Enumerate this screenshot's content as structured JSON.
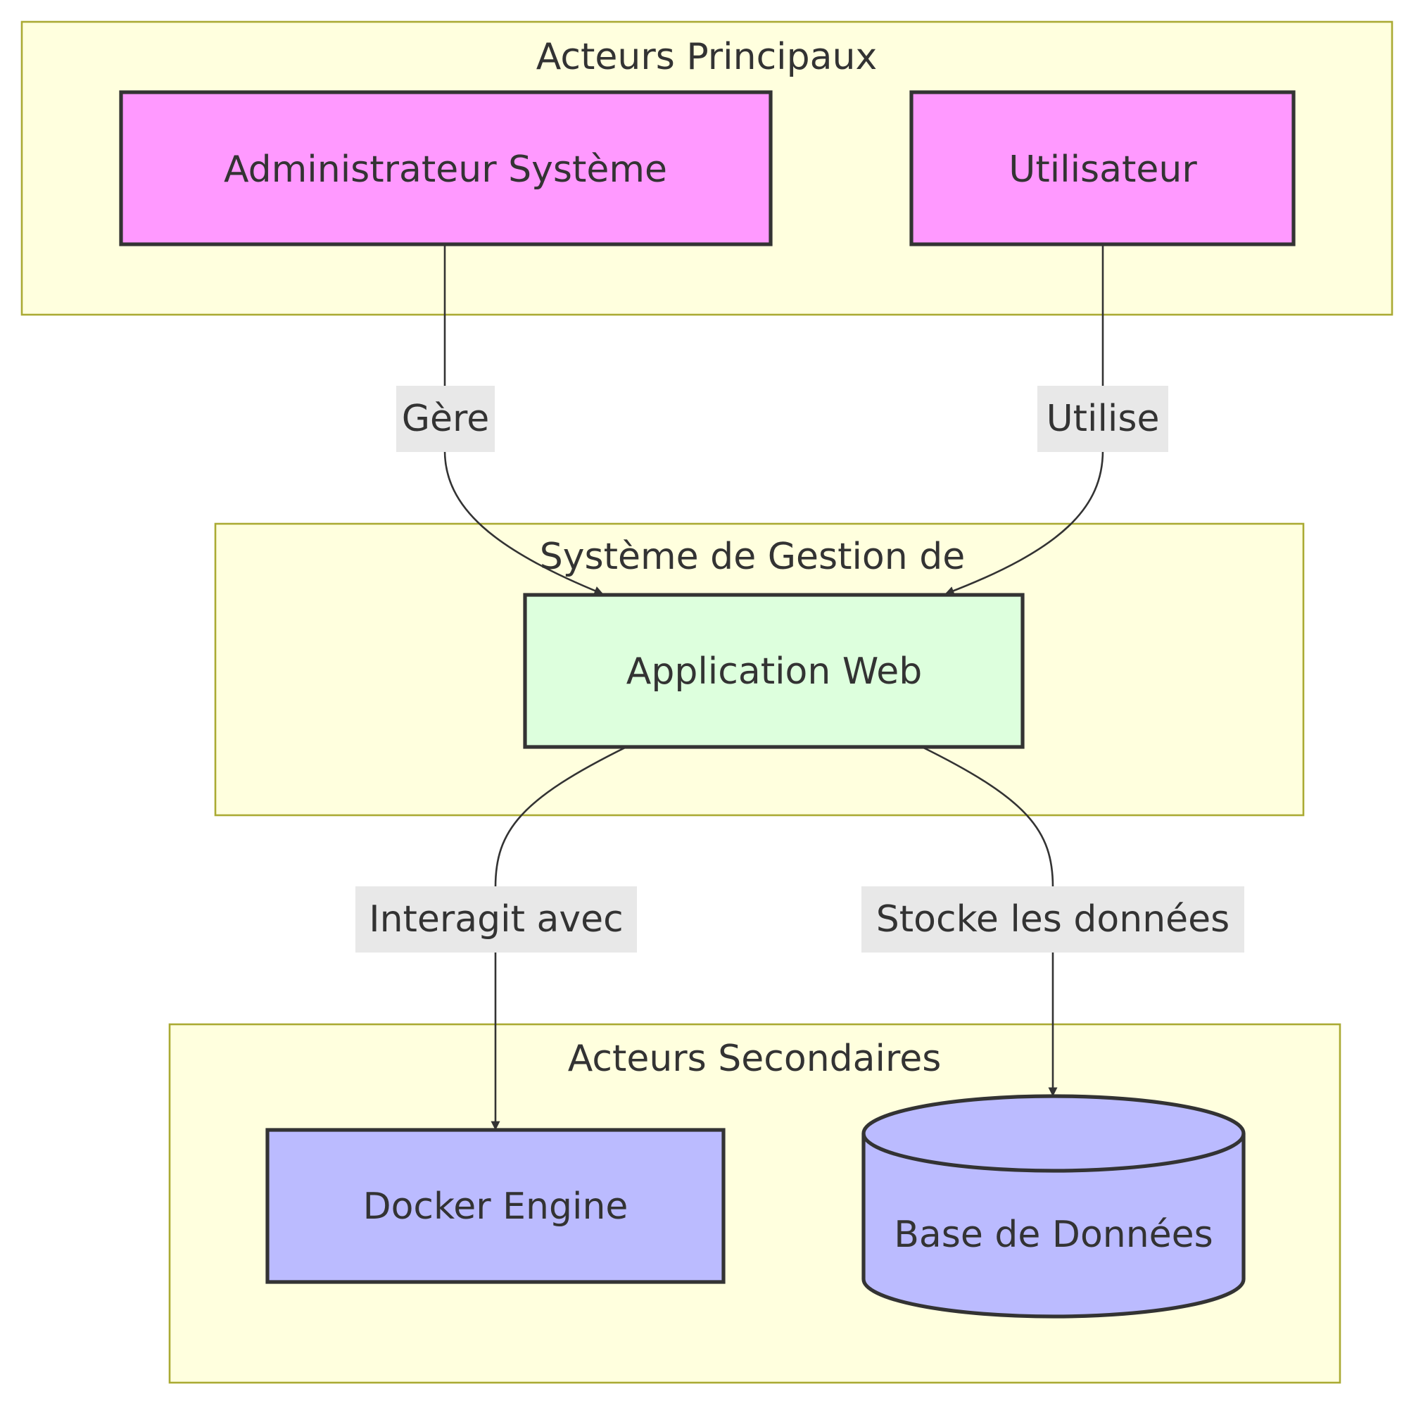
{
  "clusters": {
    "primary": {
      "label": "Acteurs Principaux"
    },
    "system": {
      "label": "Système de Gestion de"
    },
    "secondary": {
      "label": "Acteurs Secondaires"
    }
  },
  "nodes": {
    "admin": {
      "label": "Administrateur Système",
      "fill": "#ff99ff"
    },
    "user": {
      "label": "Utilisateur",
      "fill": "#ff99ff"
    },
    "webapp": {
      "label": "Application Web",
      "fill": "#ddffdd"
    },
    "docker": {
      "label": "Docker Engine",
      "fill": "#bbbbff"
    },
    "database": {
      "label": "Base de Données",
      "fill": "#bbbbff"
    }
  },
  "edges": {
    "manages": {
      "label": "Gère"
    },
    "uses": {
      "label": "Utilise"
    },
    "interacts": {
      "label": "Interagit avec"
    },
    "stores": {
      "label": "Stocke les données"
    }
  },
  "colors": {
    "cluster_fill": "#ffffde",
    "cluster_stroke": "#aaaa33",
    "edge": "#333333",
    "edge_label_bg": "#e8e8e8",
    "text": "#333333"
  }
}
